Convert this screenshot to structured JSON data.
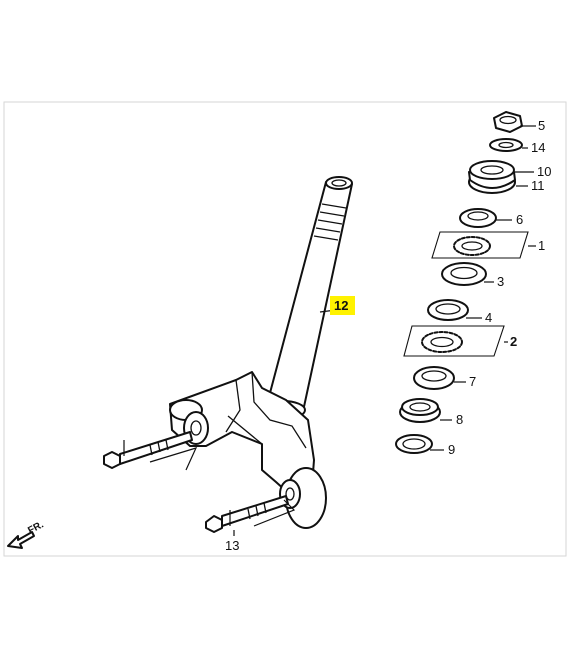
{
  "diagram": {
    "highlight_color": "#fff200",
    "direction_label": "FR.",
    "callouts": [
      {
        "id": "5",
        "text": "5"
      },
      {
        "id": "14",
        "text": "14"
      },
      {
        "id": "10",
        "text": "10"
      },
      {
        "id": "11",
        "text": "11"
      },
      {
        "id": "6",
        "text": "6"
      },
      {
        "id": "1",
        "text": "1"
      },
      {
        "id": "3",
        "text": "3"
      },
      {
        "id": "4",
        "text": "4"
      },
      {
        "id": "2",
        "text": "2"
      },
      {
        "id": "7",
        "text": "7"
      },
      {
        "id": "8",
        "text": "8"
      },
      {
        "id": "9",
        "text": "9"
      },
      {
        "id": "12",
        "text": "12",
        "highlighted": true
      },
      {
        "id": "13",
        "text": "13"
      }
    ]
  }
}
